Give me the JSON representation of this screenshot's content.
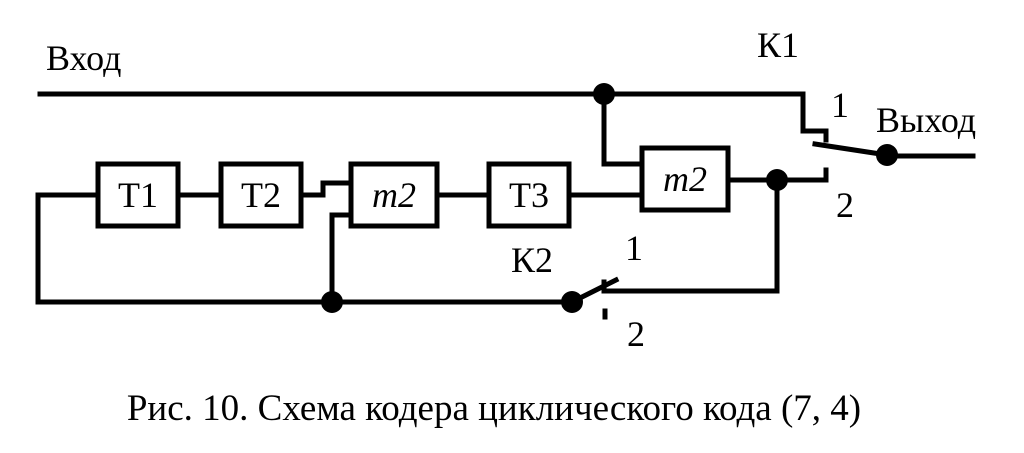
{
  "labels": {
    "input": "Вход",
    "output": "Выход",
    "k1": "К1",
    "k2": "К2",
    "k1_pos1": "1",
    "k1_pos2": "2",
    "k2_pos1": "1",
    "k2_pos2": "2"
  },
  "blocks": {
    "t1": "T1",
    "t2": "T2",
    "m2a": "m2",
    "t3": "T3",
    "m2b": "m2"
  },
  "caption": "Рис. 10. Схема кодера циклического кода (7, 4)"
}
